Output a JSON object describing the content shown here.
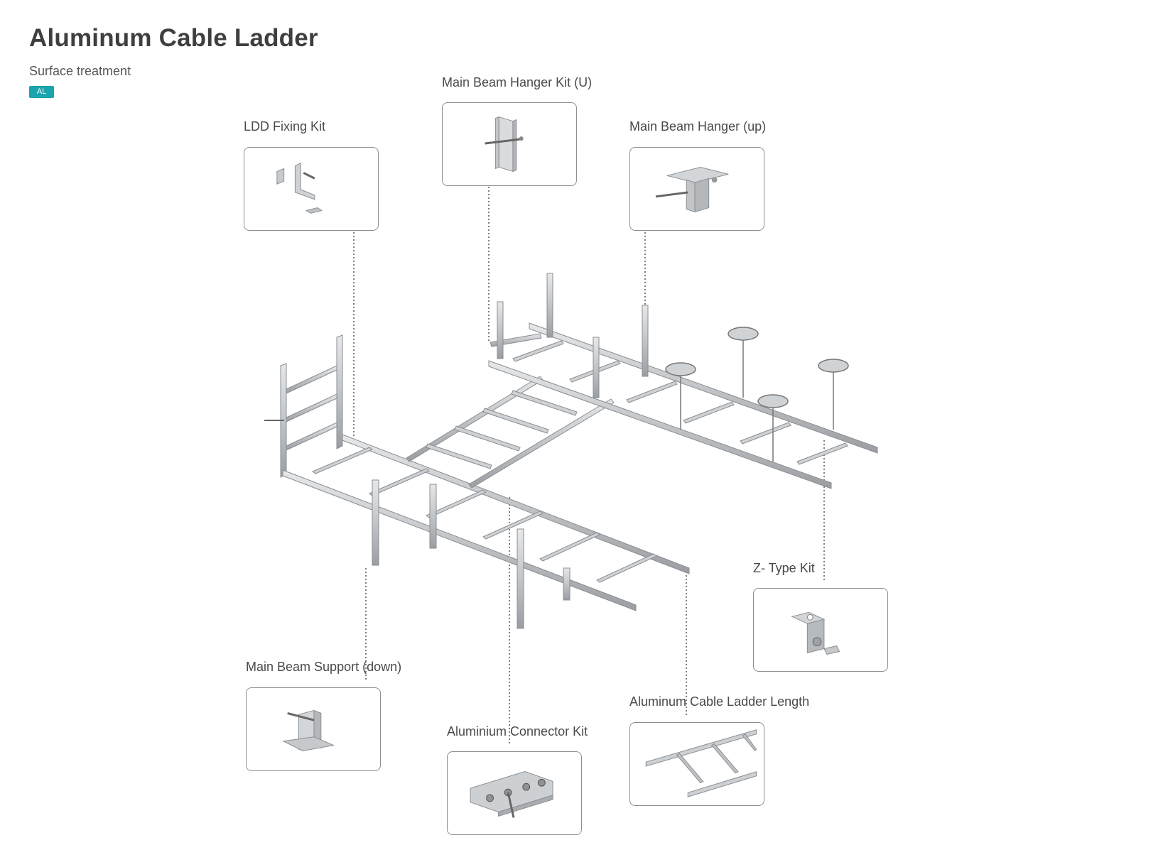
{
  "header": {
    "title": "Aluminum Cable Ladder",
    "subtitle": "Surface treatment",
    "badge": "AL"
  },
  "colors": {
    "badge": "#1aa4ad",
    "metal": "#c4c7ca",
    "metal_edge": "#8a8e92",
    "leader": "#555555"
  },
  "components": {
    "main_beam_hanger_kit_u": {
      "label": "Main Beam Hanger Kit (U)",
      "icon": "u-hanger-icon"
    },
    "ldd_fixing_kit": {
      "label": "LDD Fixing Kit",
      "icon": "ldd-fixing-icon"
    },
    "main_beam_hanger_up": {
      "label": "Main Beam Hanger (up)",
      "icon": "hanger-up-icon"
    },
    "z_type_kit": {
      "label": "Z- Type Kit",
      "icon": "z-bracket-icon"
    },
    "main_beam_support_down": {
      "label": "Main Beam Support  (down)",
      "icon": "support-down-icon"
    },
    "aluminium_connector_kit": {
      "label": "Aluminium Connector Kit",
      "icon": "connector-plate-icon"
    },
    "aluminum_cable_ladder_length": {
      "label": "Aluminum Cable Ladder Length",
      "icon": "ladder-length-icon"
    }
  }
}
